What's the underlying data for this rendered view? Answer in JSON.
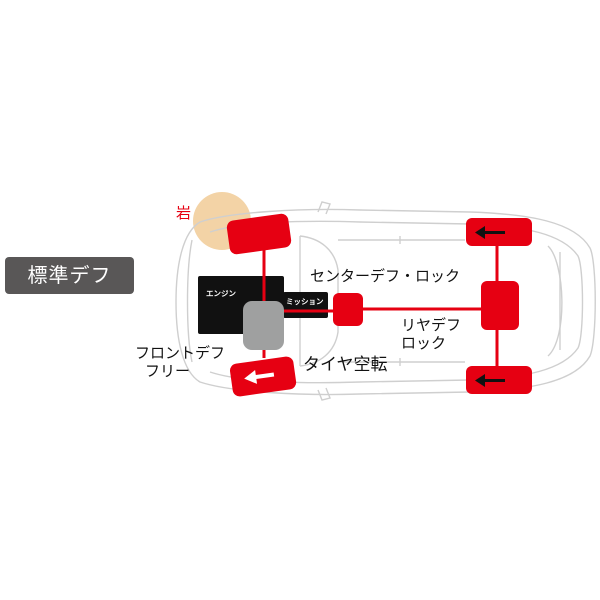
{
  "badge": {
    "label": "標準デフ"
  },
  "labels": {
    "rock": "岩",
    "engine": "エンジン",
    "transmission": "ミッション",
    "center_diff_lock": "センターデフ・ロック",
    "rear_diff_lock_line1": "リヤデフ",
    "rear_diff_lock_line2": "ロック",
    "front_diff_free_line1": "フロントデフ",
    "front_diff_free_line2": "フリー",
    "tire_spin": "タイヤ空転"
  },
  "colors": {
    "drivetrain_red": "#e60012",
    "rock_fill": "#f3d3a6",
    "engine_black": "#111111",
    "transmission_gray": "#9fa0a0",
    "badge_bg": "#595757",
    "car_outline": "#cfcfcf",
    "label_red": "#e60012"
  }
}
